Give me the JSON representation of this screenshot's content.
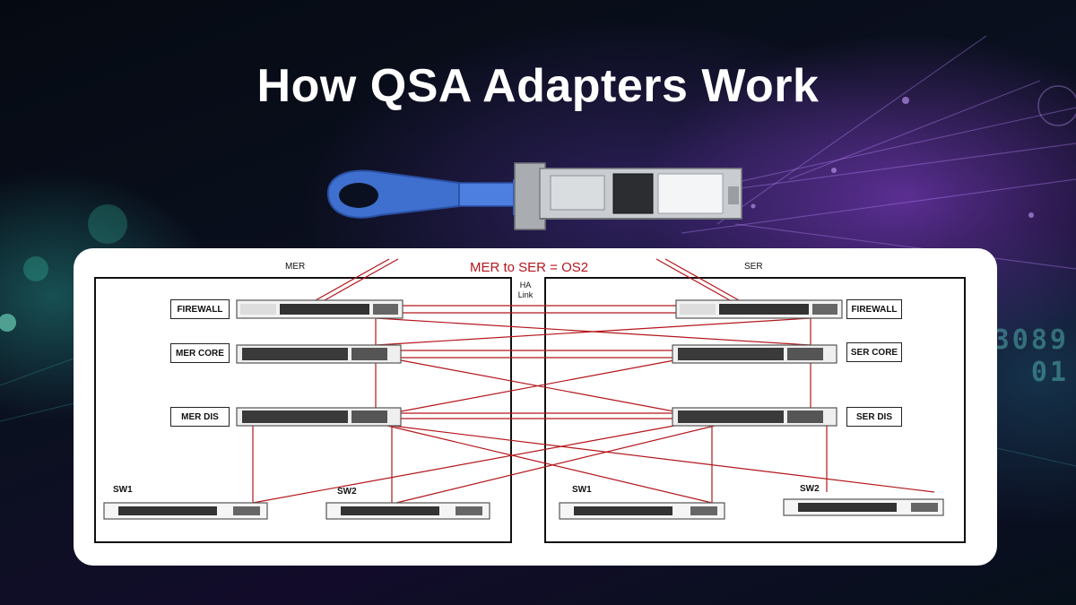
{
  "title": "How QSA Adapters Work",
  "diagram": {
    "headline": "MER to SER = OS2",
    "ha_link": "HA Link",
    "left_site": {
      "name": "MER",
      "firewall": "FIREWALL",
      "core": "MER CORE",
      "dis": "MER DIS",
      "sw1": "SW1",
      "sw2": "SW2"
    },
    "right_site": {
      "name": "SER",
      "firewall": "FIREWALL",
      "core": "SER CORE",
      "dis": "SER DIS",
      "sw1": "SW1",
      "sw2": "SW2"
    },
    "link_color": "#b3161b"
  },
  "adapter": {
    "pull_tab_color": "#3f6fcf",
    "body_color": "#bfc3c7"
  },
  "icons": [
    "qsa-adapter-icon",
    "firewall-appliance-icon",
    "switch-chassis-icon"
  ]
}
